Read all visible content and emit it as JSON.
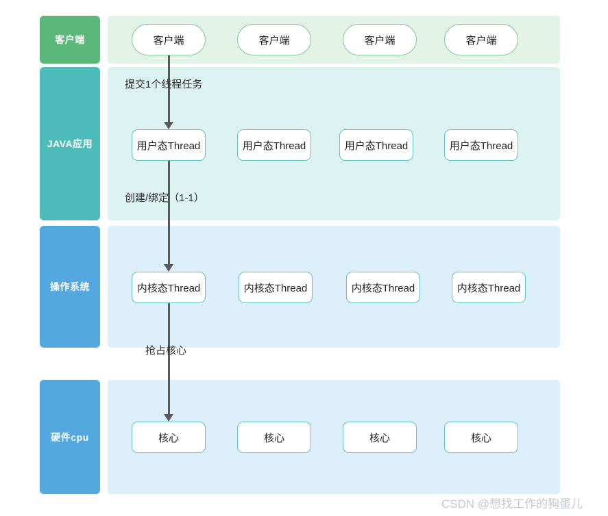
{
  "diagram": {
    "title": "Java thread model layers",
    "colors": {
      "client_chip": "#5cb87a",
      "java_chip": "#4fbcbc",
      "os_chip": "#54a8e0",
      "cpu_chip": "#54a8e0",
      "client_panel": "#e4f3e7",
      "java_panel": "#ddf3f1",
      "os_panel": "#ddeffb",
      "cpu_panel": "#ddeffb",
      "connector": "#595959",
      "pill_border": "#84c99a",
      "rect_border": "#63c2c2",
      "watermark": "#c3c8d4"
    },
    "layers": [
      {
        "id": "client",
        "label": "客户端",
        "nodes": [
          "客户端",
          "客户端",
          "客户端",
          "客户端"
        ]
      },
      {
        "id": "java",
        "label": "JAVA应用",
        "nodes": [
          "用户态Thread",
          "用户态Thread",
          "用户态Thread",
          "用户态Thread"
        ]
      },
      {
        "id": "os",
        "label": "操作系统",
        "nodes": [
          "内核态Thread",
          "内核态Thread",
          "内核态Thread",
          "内核态Thread"
        ]
      },
      {
        "id": "cpu",
        "label": "硬件cpu",
        "nodes": [
          "核心",
          "核心",
          "核心",
          "核心"
        ]
      }
    ],
    "edges": [
      {
        "id": "edge-submit-task",
        "label": "提交1个线程任务"
      },
      {
        "id": "edge-create-bind",
        "label": "创建/绑定（1-1）"
      },
      {
        "id": "edge-preempt-core",
        "label": "抢占核心"
      }
    ],
    "watermark": "CSDN @想找工作的狗蛋儿"
  }
}
